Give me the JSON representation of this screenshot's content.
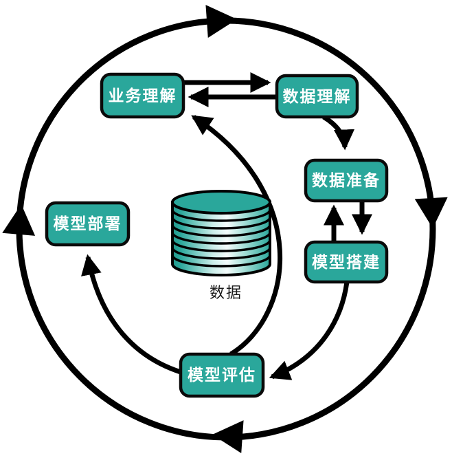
{
  "diagram": {
    "kind": "process-cycle-flowchart",
    "language": "zh-CN"
  },
  "nodes": {
    "business_understanding": {
      "label": "业务理解"
    },
    "data_understanding": {
      "label": "数据理解"
    },
    "data_preparation": {
      "label": "数据准备"
    },
    "model_building": {
      "label": "模型搭建"
    },
    "model_evaluation": {
      "label": "模型评估"
    },
    "model_deployment": {
      "label": "模型部署"
    }
  },
  "database": {
    "label": "数据"
  },
  "edges": [
    {
      "from": "business_understanding",
      "to": "data_understanding"
    },
    {
      "from": "data_understanding",
      "to": "business_understanding"
    },
    {
      "from": "data_understanding",
      "to": "data_preparation"
    },
    {
      "from": "data_preparation",
      "to": "model_building"
    },
    {
      "from": "model_building",
      "to": "data_preparation"
    },
    {
      "from": "model_building",
      "to": "model_evaluation"
    },
    {
      "from": "model_evaluation",
      "to": "business_understanding"
    },
    {
      "from": "model_evaluation",
      "to": "model_deployment"
    },
    {
      "from": "outer_cycle",
      "to": "outer_cycle",
      "direction": "clockwise"
    }
  ],
  "colors": {
    "node_fill": "#2aa79b",
    "node_border": "#0a0a0a",
    "node_text": "#ffffff",
    "arrow": "#000000",
    "cylinder_highlight": "#f4fcfb",
    "background": "#ffffff"
  }
}
